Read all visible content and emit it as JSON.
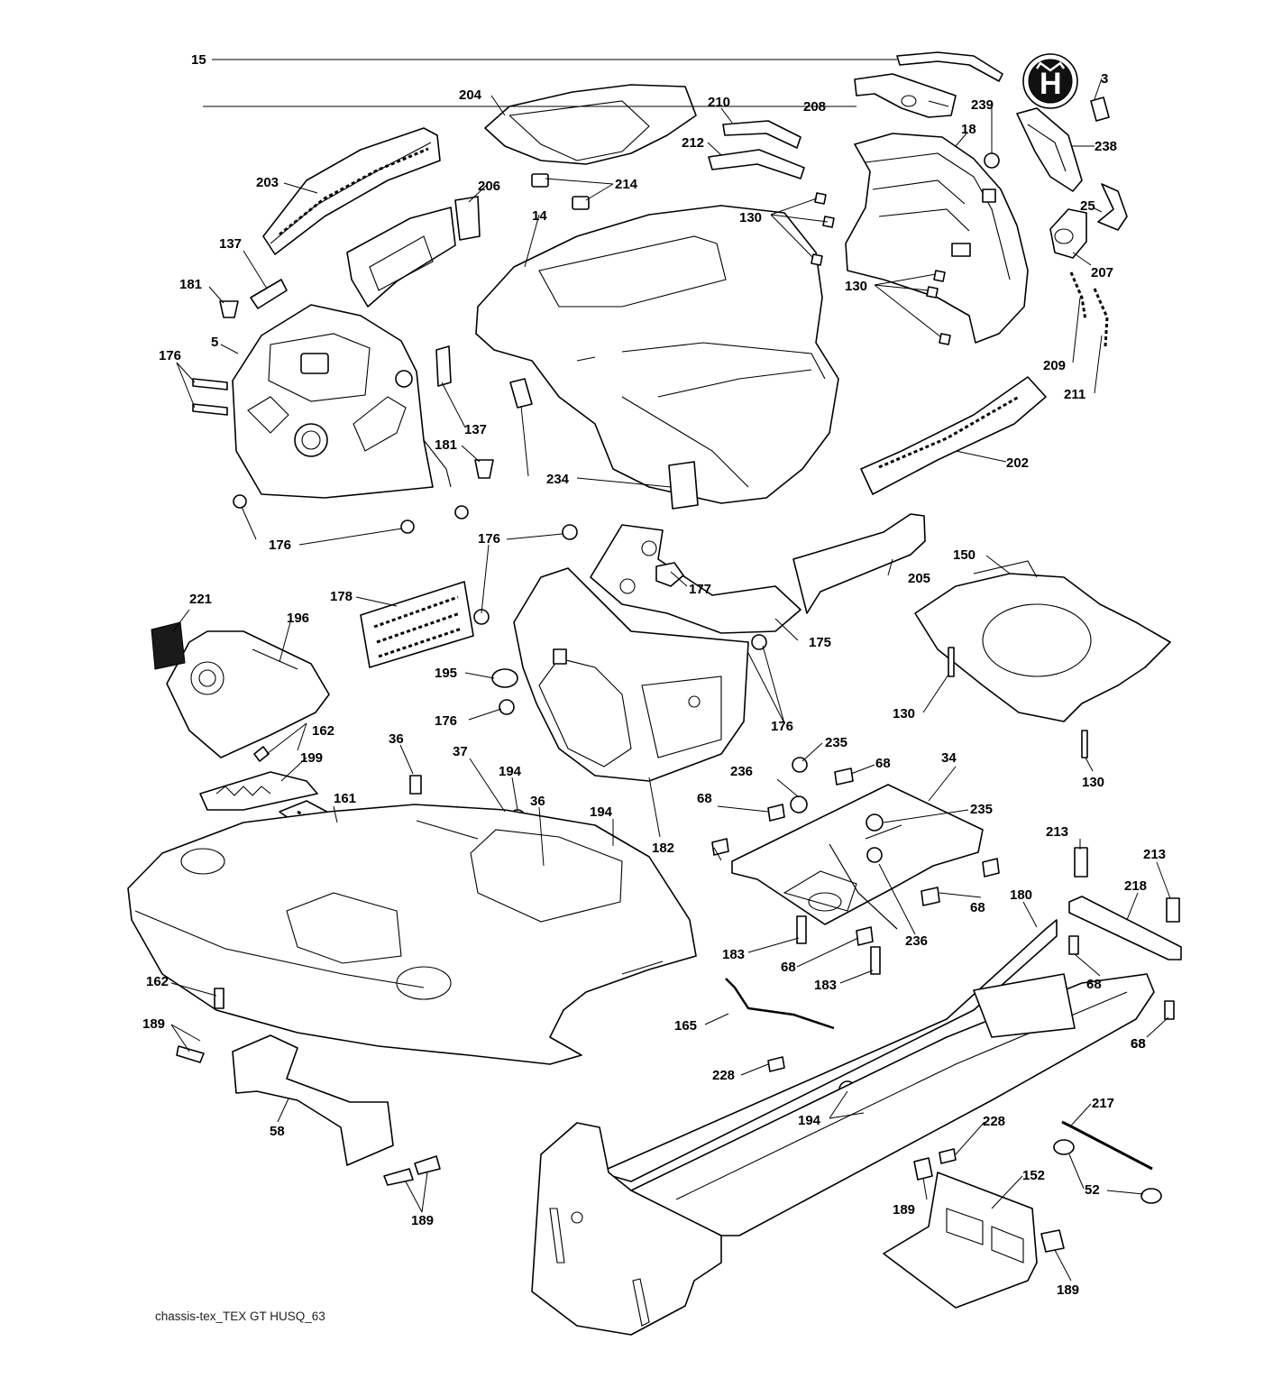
{
  "caption": "chassis-tex_TEX GT HUSQ_63",
  "logo_icon": "husqvarna-crown-logo-icon",
  "callouts": [
    {
      "id": "c15",
      "text": "15"
    },
    {
      "id": "c3",
      "text": "3"
    },
    {
      "id": "c204",
      "text": "204"
    },
    {
      "id": "c210",
      "text": "210"
    },
    {
      "id": "c208",
      "text": "208"
    },
    {
      "id": "c239",
      "text": "239"
    },
    {
      "id": "c18",
      "text": "18"
    },
    {
      "id": "c238",
      "text": "238"
    },
    {
      "id": "c212",
      "text": "212"
    },
    {
      "id": "c203",
      "text": "203"
    },
    {
      "id": "c206",
      "text": "206"
    },
    {
      "id": "c214",
      "text": "214"
    },
    {
      "id": "c130a",
      "text": "130"
    },
    {
      "id": "c25",
      "text": "25"
    },
    {
      "id": "c14",
      "text": "14"
    },
    {
      "id": "c137a",
      "text": "137"
    },
    {
      "id": "c207",
      "text": "207"
    },
    {
      "id": "c181a",
      "text": "181"
    },
    {
      "id": "c130b",
      "text": "130"
    },
    {
      "id": "c5",
      "text": "5"
    },
    {
      "id": "c176a",
      "text": "176"
    },
    {
      "id": "c209",
      "text": "209"
    },
    {
      "id": "c211",
      "text": "211"
    },
    {
      "id": "c137b",
      "text": "137"
    },
    {
      "id": "c181b",
      "text": "181"
    },
    {
      "id": "c202",
      "text": "202"
    },
    {
      "id": "c234",
      "text": "234"
    },
    {
      "id": "c176b",
      "text": "176"
    },
    {
      "id": "c176c",
      "text": "176"
    },
    {
      "id": "c205",
      "text": "205"
    },
    {
      "id": "c150",
      "text": "150"
    },
    {
      "id": "c177",
      "text": "177"
    },
    {
      "id": "c221",
      "text": "221"
    },
    {
      "id": "c178",
      "text": "178"
    },
    {
      "id": "c196",
      "text": "196"
    },
    {
      "id": "c175",
      "text": "175"
    },
    {
      "id": "c195",
      "text": "195"
    },
    {
      "id": "c130c",
      "text": "130"
    },
    {
      "id": "c162a",
      "text": "162"
    },
    {
      "id": "c176d",
      "text": "176"
    },
    {
      "id": "c176e",
      "text": "176"
    },
    {
      "id": "c36a",
      "text": "36"
    },
    {
      "id": "c235a",
      "text": "235"
    },
    {
      "id": "c130d",
      "text": "130"
    },
    {
      "id": "c199",
      "text": "199"
    },
    {
      "id": "c37",
      "text": "37"
    },
    {
      "id": "c194a",
      "text": "194"
    },
    {
      "id": "c36b",
      "text": "36"
    },
    {
      "id": "c236a",
      "text": "236"
    },
    {
      "id": "c68a",
      "text": "68"
    },
    {
      "id": "c34",
      "text": "34"
    },
    {
      "id": "c161",
      "text": "161"
    },
    {
      "id": "c68b",
      "text": "68"
    },
    {
      "id": "c194b",
      "text": "194"
    },
    {
      "id": "c182",
      "text": "182"
    },
    {
      "id": "c235b",
      "text": "235"
    },
    {
      "id": "c213a",
      "text": "213"
    },
    {
      "id": "c213b",
      "text": "213"
    },
    {
      "id": "c218",
      "text": "218"
    },
    {
      "id": "c180",
      "text": "180"
    },
    {
      "id": "c68c",
      "text": "68"
    },
    {
      "id": "c236b",
      "text": "236"
    },
    {
      "id": "c183a",
      "text": "183"
    },
    {
      "id": "c68d",
      "text": "68"
    },
    {
      "id": "c68e",
      "text": "68"
    },
    {
      "id": "c183b",
      "text": "183"
    },
    {
      "id": "c162b",
      "text": "162"
    },
    {
      "id": "c68f",
      "text": "68"
    },
    {
      "id": "c189a",
      "text": "189"
    },
    {
      "id": "c165",
      "text": "165"
    },
    {
      "id": "c68g",
      "text": "68"
    },
    {
      "id": "c228a",
      "text": "228"
    },
    {
      "id": "c58",
      "text": "58"
    },
    {
      "id": "c194c",
      "text": "194"
    },
    {
      "id": "c228b",
      "text": "228"
    },
    {
      "id": "c217",
      "text": "217"
    },
    {
      "id": "c152",
      "text": "152"
    },
    {
      "id": "c52",
      "text": "52"
    },
    {
      "id": "c189b",
      "text": "189"
    },
    {
      "id": "c189c",
      "text": "189"
    },
    {
      "id": "c189d",
      "text": "189"
    }
  ]
}
